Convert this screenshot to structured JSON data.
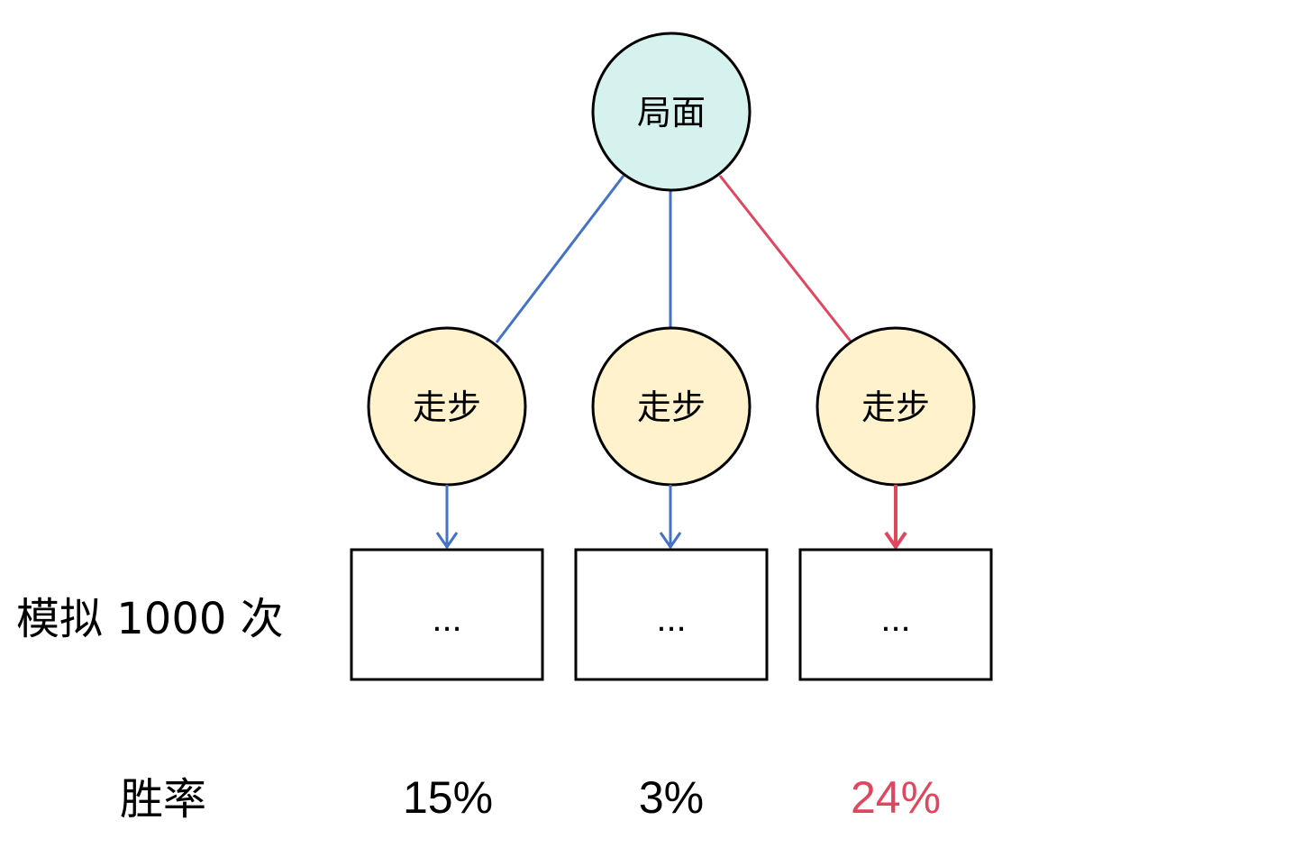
{
  "root": {
    "label": "局面",
    "fill": "#d5f2ef"
  },
  "moves": [
    {
      "label": "走步",
      "placeholder": "...",
      "rate": "15%",
      "best": false
    },
    {
      "label": "走步",
      "placeholder": "...",
      "rate": "3%",
      "best": false
    },
    {
      "label": "走步",
      "placeholder": "...",
      "rate": "24%",
      "best": true
    }
  ],
  "labels": {
    "simulation": "模拟 1000 次",
    "win_rate": "胜率"
  },
  "colors": {
    "move_fill": "#fff2cc",
    "normal_edge": "#4472c4",
    "best_edge": "#e0475e",
    "text": "#000000"
  }
}
